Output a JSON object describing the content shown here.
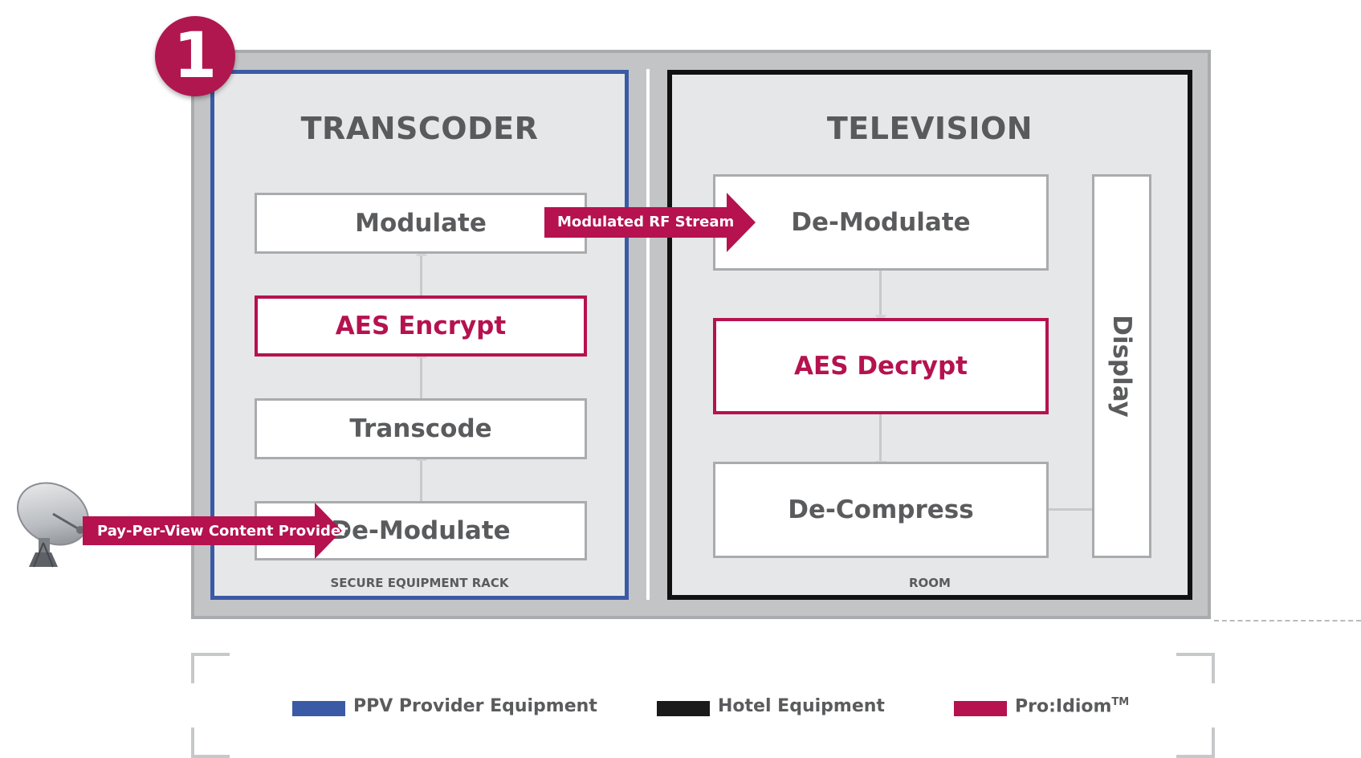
{
  "badge": {
    "number": "1"
  },
  "transcoder": {
    "title": "TRANSCODER",
    "steps": [
      "Modulate",
      "AES Encrypt",
      "Transcode",
      "De-Modulate"
    ],
    "caption": "SECURE EQUIPMENT RACK"
  },
  "television": {
    "title": "TELEVISION",
    "steps": [
      "De-Modulate",
      "AES Decrypt",
      "De-Compress"
    ],
    "display": "Display",
    "caption": "ROOM"
  },
  "flows": {
    "rf_stream": "Modulated RF Stream",
    "content_provider": "Pay-Per-View Content Provider"
  },
  "legend": {
    "items": [
      {
        "label": "PPV Provider Equipment",
        "color": "#3b5aa6"
      },
      {
        "label": "Hotel Equipment",
        "color": "#1a1a1a"
      },
      {
        "label": "Pro:Idiom",
        "sup": "TM",
        "color": "#b5124f"
      }
    ]
  },
  "icons": {
    "satellite": "satellite-dish-icon"
  },
  "colors": {
    "accent": "#b5124f",
    "provider": "#3b5aa6",
    "hotel": "#111111"
  }
}
